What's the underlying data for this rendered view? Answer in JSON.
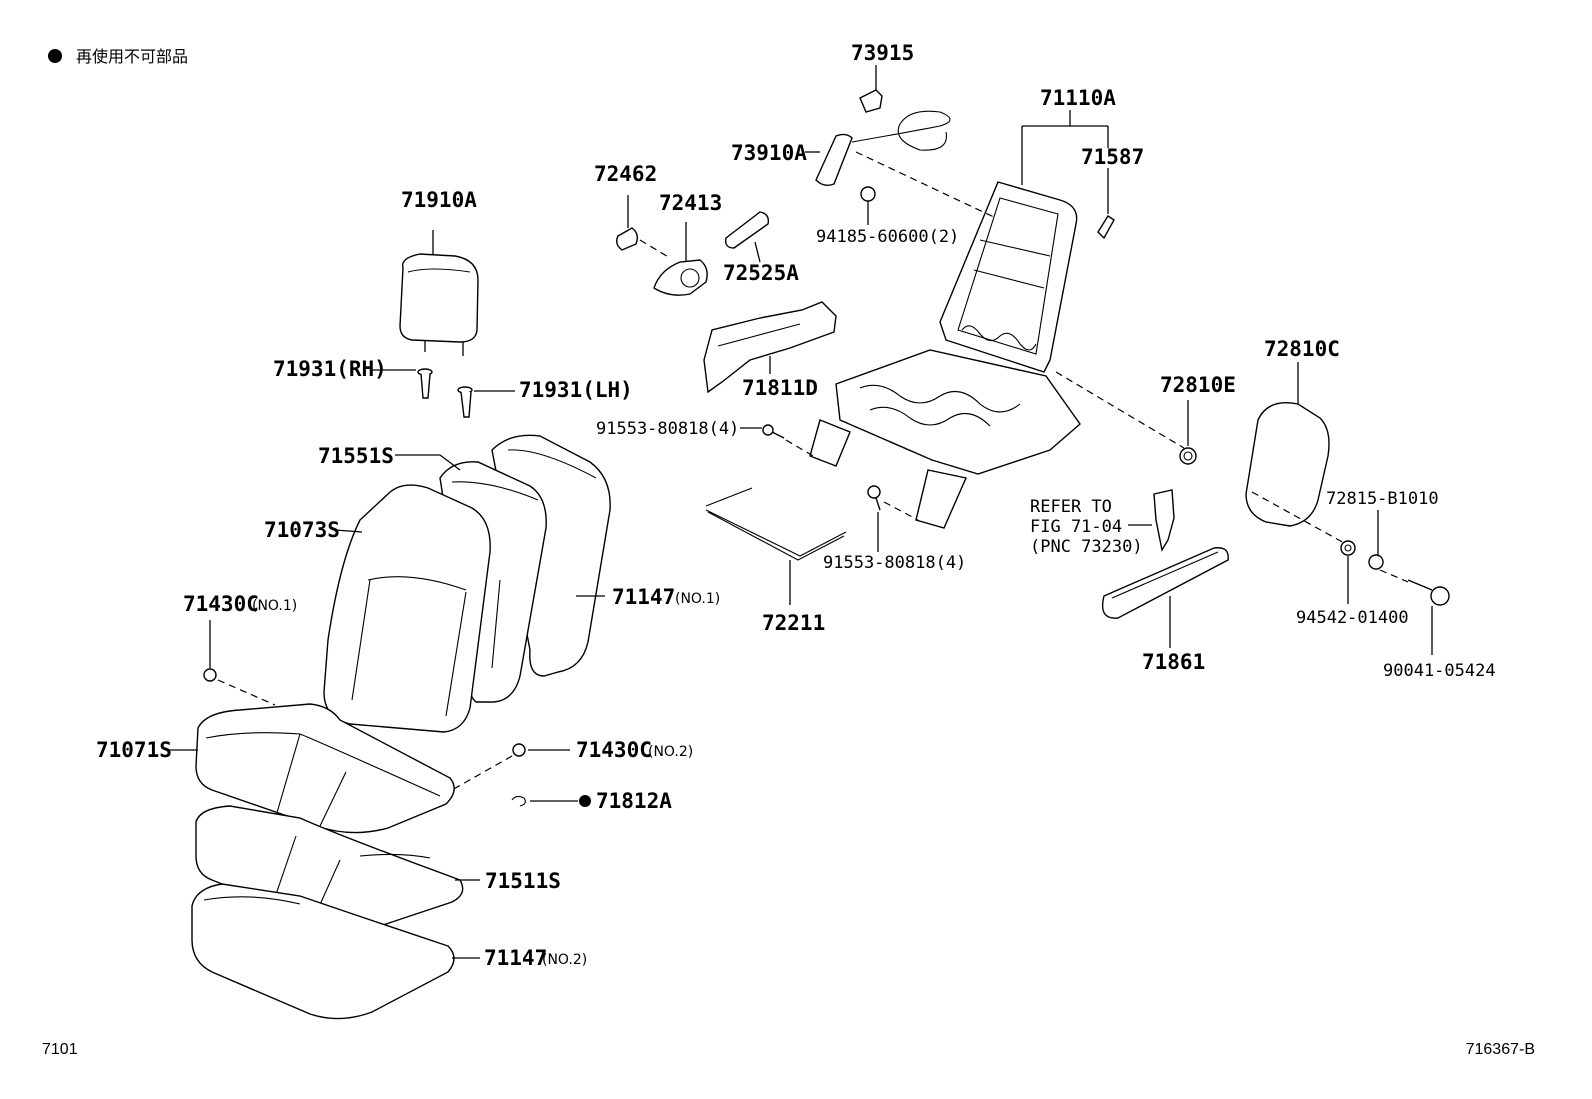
{
  "legend": {
    "symbol": "●",
    "text": "再使用不可部品"
  },
  "footer": {
    "left": "7101",
    "right": "716367-B"
  },
  "labels": {
    "p73915": "73915",
    "p71110A": "71110A",
    "p73910A": "73910A",
    "p71587": "71587",
    "p72462": "72462",
    "p72413": "72413",
    "p71910A": "71910A",
    "p94185": "94185-60600(2)",
    "p72525A": "72525A",
    "p72810C": "72810C",
    "p71931RH": "71931(RH)",
    "p71811D": "71811D",
    "p71931LH": "71931(LH)",
    "p72810E": "72810E",
    "p91553a": "91553-80818(4)",
    "p71551S": "71551S",
    "p72815": "72815-B1010",
    "p71073S": "71073S",
    "refer1": "REFER TO",
    "refer2": "FIG 71-04",
    "refer3": "(PNC 73230)",
    "p91553b": "91553-80818(4)",
    "p71147a": "71147",
    "p71147a_note": "(NO.1)",
    "p71430Ca": "71430C",
    "p71430Ca_note": "(NO.1)",
    "p94542": "94542-01400",
    "p72211": "72211",
    "p71861": "71861",
    "p90041": "90041-05424",
    "p71071S": "71071S",
    "p71430Cb": "71430C",
    "p71430Cb_note": "(NO.2)",
    "p71812A": "71812A",
    "p71812A_mark": "●",
    "p71511S": "71511S",
    "p71147b": "71147",
    "p71147b_note": "(NO.2)"
  }
}
